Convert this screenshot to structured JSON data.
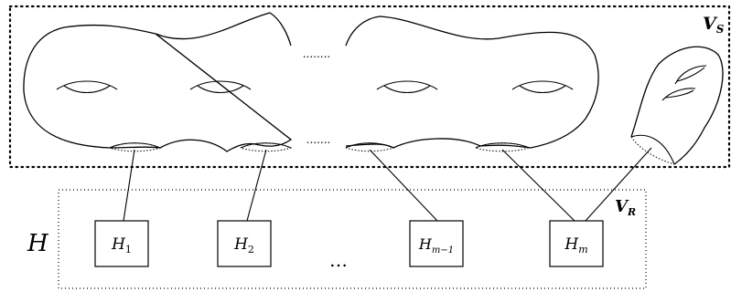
{
  "labels": {
    "vs": {
      "main": "V",
      "sub": "S"
    },
    "vr": {
      "main": "V",
      "sub": "R"
    },
    "h": "H",
    "ellipsis_mid": "…",
    "dots_top": "........",
    "dots_bottom": "......."
  },
  "handles": [
    {
      "main": "H",
      "sub": "1"
    },
    {
      "main": "H",
      "sub": "2"
    },
    {
      "main": "H",
      "sub": "m−1"
    },
    {
      "main": "H",
      "sub": "m"
    }
  ],
  "colors": {
    "stroke": "#000000",
    "background": "#ffffff"
  }
}
